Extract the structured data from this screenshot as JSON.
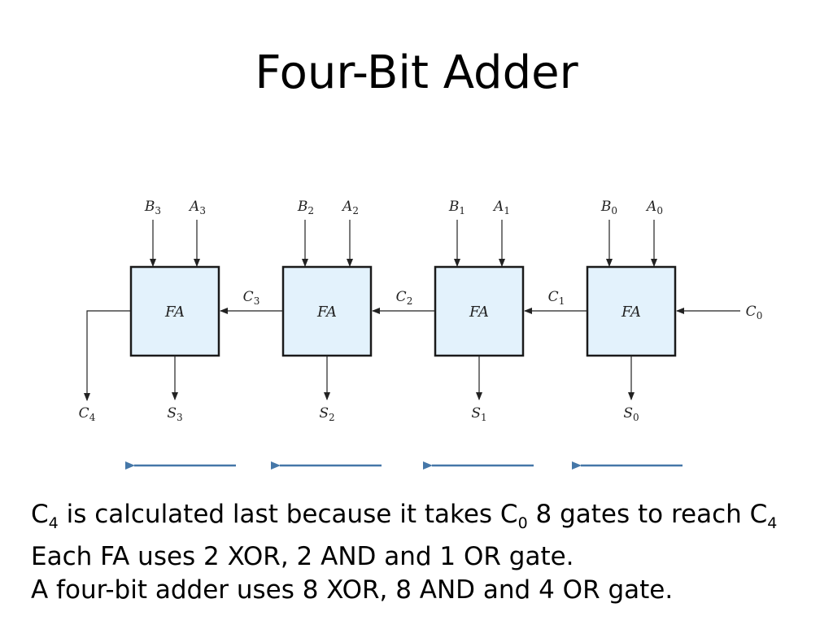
{
  "title": "Four-Bit Adder",
  "diagram": {
    "block_label": "FA",
    "inputs": [
      {
        "b": "B",
        "b_sub": "3",
        "a": "A",
        "a_sub": "3"
      },
      {
        "b": "B",
        "b_sub": "2",
        "a": "A",
        "a_sub": "2"
      },
      {
        "b": "B",
        "b_sub": "1",
        "a": "A",
        "a_sub": "1"
      },
      {
        "b": "B",
        "b_sub": "0",
        "a": "A",
        "a_sub": "0"
      }
    ],
    "sums": [
      {
        "s": "S",
        "sub": "3"
      },
      {
        "s": "S",
        "sub": "2"
      },
      {
        "s": "S",
        "sub": "1"
      },
      {
        "s": "S",
        "sub": "0"
      }
    ],
    "carries": [
      {
        "c": "C",
        "sub": "4"
      },
      {
        "c": "C",
        "sub": "3"
      },
      {
        "c": "C",
        "sub": "2"
      },
      {
        "c": "C",
        "sub": "1"
      },
      {
        "c": "C",
        "sub": "0"
      }
    ]
  },
  "caption": {
    "line1": {
      "p1": "C",
      "s1": "4",
      "p2": " is calculated last because it takes C",
      "s2": "0",
      "p3": " 8 gates to reach C",
      "s3": "4"
    },
    "line2": "Each FA uses 2 XOR, 2 AND and 1 OR gate.",
    "line3": "A four-bit adder uses 8 XOR, 8 AND and 4 OR gate."
  }
}
